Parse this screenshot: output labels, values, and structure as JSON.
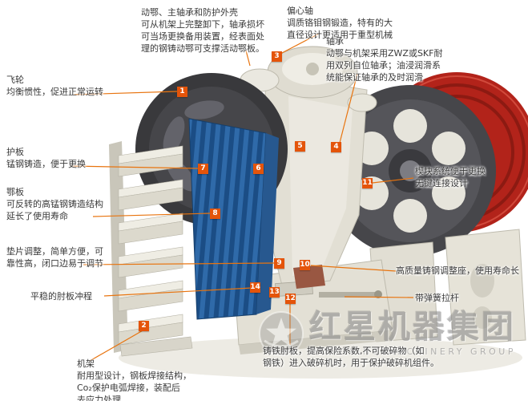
{
  "brand": {
    "name": "红星机器集团",
    "name_en": "HONGXING MACHINERY GROUP"
  },
  "badges": [
    "1",
    "2",
    "3",
    "4",
    "5",
    "6",
    "7",
    "8",
    "9",
    "10",
    "11",
    "12",
    "13",
    "14"
  ],
  "callouts": {
    "moving_jaw": {
      "lines": [
        "动鄂、主轴承和防护外壳",
        "可从机架上完整卸下，轴承损坏",
        "可当场更换备用装置，经表面处",
        "理的钢铸动鄂可支撑活动鄂板。"
      ]
    },
    "eccentric_shaft": {
      "lines": [
        "偏心轴",
        "调质铬钼钢锻造，特有的大",
        "直径设计更适用于重型机械"
      ]
    },
    "bearing": {
      "lines": [
        "轴承",
        "动鄂与机架采用ZWZ或SKF耐",
        "用双列自位轴承；油浸润滑系",
        "统能保证轴承的及时润滑"
      ]
    },
    "flywheel": {
      "lines": [
        "飞轮",
        "均衡惯性，促进正常运转"
      ]
    },
    "guard_plate": {
      "lines": [
        "护板",
        "锰钢铸造，便于更换"
      ]
    },
    "jaw_plate": {
      "lines": [
        "鄂板",
        "可反转的高锰钢铸造结构",
        "延长了使用寿命"
      ]
    },
    "shim_adjust": {
      "lines": [
        "垫片调整，简单方便，可",
        "靠性高，闭口边易于调节"
      ]
    },
    "toggle_stroke": {
      "lines": [
        "平稳的肘板冲程"
      ]
    },
    "frame": {
      "lines": [
        "机架",
        "耐用型设计，钢板焊接结构，",
        "Co₂保护电弧焊接，装配后",
        "去应力处理"
      ]
    },
    "toggle_plate": {
      "lines": [
        "铸铁肘板，提高保险系数,不可破碎物（如",
        "钢铁）进入破碎机时，用于保护破碎机组件。"
      ]
    },
    "wedge_system": {
      "lines": [
        "楔块系统便于更换",
        "无键连接设计"
      ]
    },
    "adjust_seat": {
      "lines": [
        "高质量铸钢调整座，使用寿命长"
      ]
    },
    "spring_rod": {
      "lines": [
        "带弹簧拉杆"
      ]
    }
  }
}
